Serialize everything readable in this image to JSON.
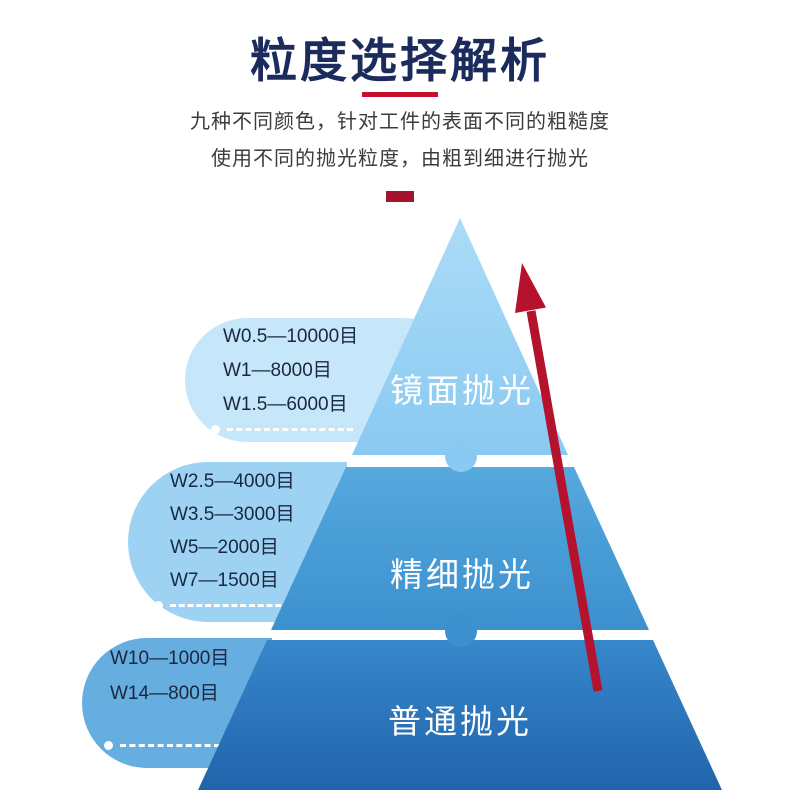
{
  "header": {
    "title": "粒度选择解析",
    "subtitle_line1": "九种不同颜色，针对工件的表面不同的粗糙度",
    "subtitle_line2": "使用不同的抛光粒度，由粗到细进行抛光"
  },
  "colors": {
    "title_navy": "#1b2c5c",
    "accent_red": "#c5112e",
    "arrow_red": "#b5122d",
    "pyramid_top": "#98d1f4",
    "pyramid_middle": "#479dd6",
    "pyramid_bottom": "#2b77be",
    "bubble_top": "#c6e7fa",
    "bubble_middle": "#9dd2f3",
    "bubble_bottom": "#66ade0"
  },
  "pyramid": {
    "levels": [
      {
        "label": "镜面抛光",
        "grits": [
          "W0.5—10000目",
          "W1—8000目",
          "W1.5—6000目"
        ]
      },
      {
        "label": "精细抛光",
        "grits": [
          "W2.5—4000目",
          "W3.5—3000目",
          "W5—2000目",
          "W7—1500目"
        ]
      },
      {
        "label": "普通抛光",
        "grits": [
          "W10—1000目",
          "W14—800目"
        ]
      }
    ]
  }
}
